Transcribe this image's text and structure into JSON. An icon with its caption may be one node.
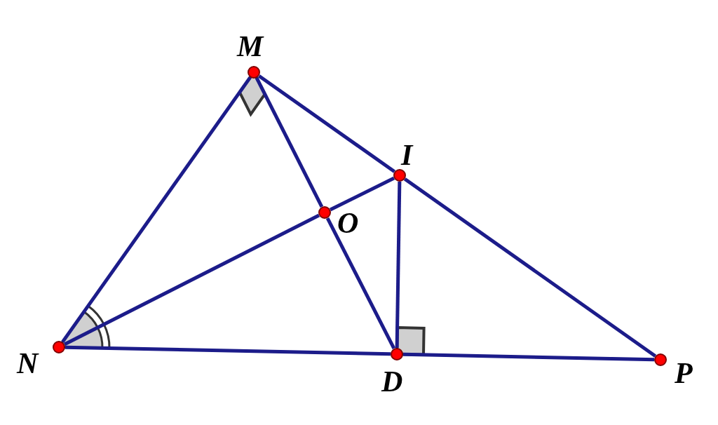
{
  "diagram": {
    "nodes": [
      {
        "text": [
          "M"
        ]
      },
      {
        "text": [
          "I"
        ]
      },
      {
        "text": [
          "O"
        ]
      },
      {
        "text": [
          "N"
        ]
      },
      {
        "text": [
          "D"
        ]
      },
      {
        "text": [
          "P"
        ]
      }
    ],
    "edges": [
      {
        "from": 0,
        "to": 3,
        "arrow": "none"
      },
      {
        "from": 0,
        "to": 1,
        "arrow": "none"
      },
      {
        "from": 1,
        "to": 5,
        "arrow": "none"
      },
      {
        "from": 3,
        "to": 4,
        "arrow": "none"
      },
      {
        "from": 4,
        "to": 5,
        "arrow": "none"
      },
      {
        "from": 3,
        "to": 2,
        "arrow": "none"
      },
      {
        "from": 2,
        "to": 1,
        "arrow": "none"
      },
      {
        "from": 0,
        "to": 2,
        "arrow": "none"
      },
      {
        "from": 2,
        "to": 4,
        "arrow": "none"
      },
      {
        "from": 1,
        "to": 4,
        "arrow": "none"
      }
    ]
  }
}
